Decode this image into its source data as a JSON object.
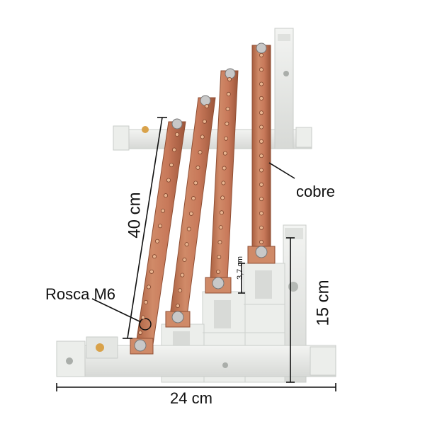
{
  "image": {
    "subject": "copper-busbar-set",
    "colors": {
      "copper": "#c8795a",
      "copper_dark": "#a85e3f",
      "copper_light": "#e2a184",
      "plastic": "#e9ebe8",
      "plastic_shadow": "#c9ccc9",
      "line": "#111111",
      "background": "#ffffff"
    }
  },
  "labels": {
    "length": "40 cm",
    "material": "cobre",
    "thread": "Rosca M6",
    "step": "3,7 cm",
    "height": "15 cm",
    "width": "24 cm"
  }
}
